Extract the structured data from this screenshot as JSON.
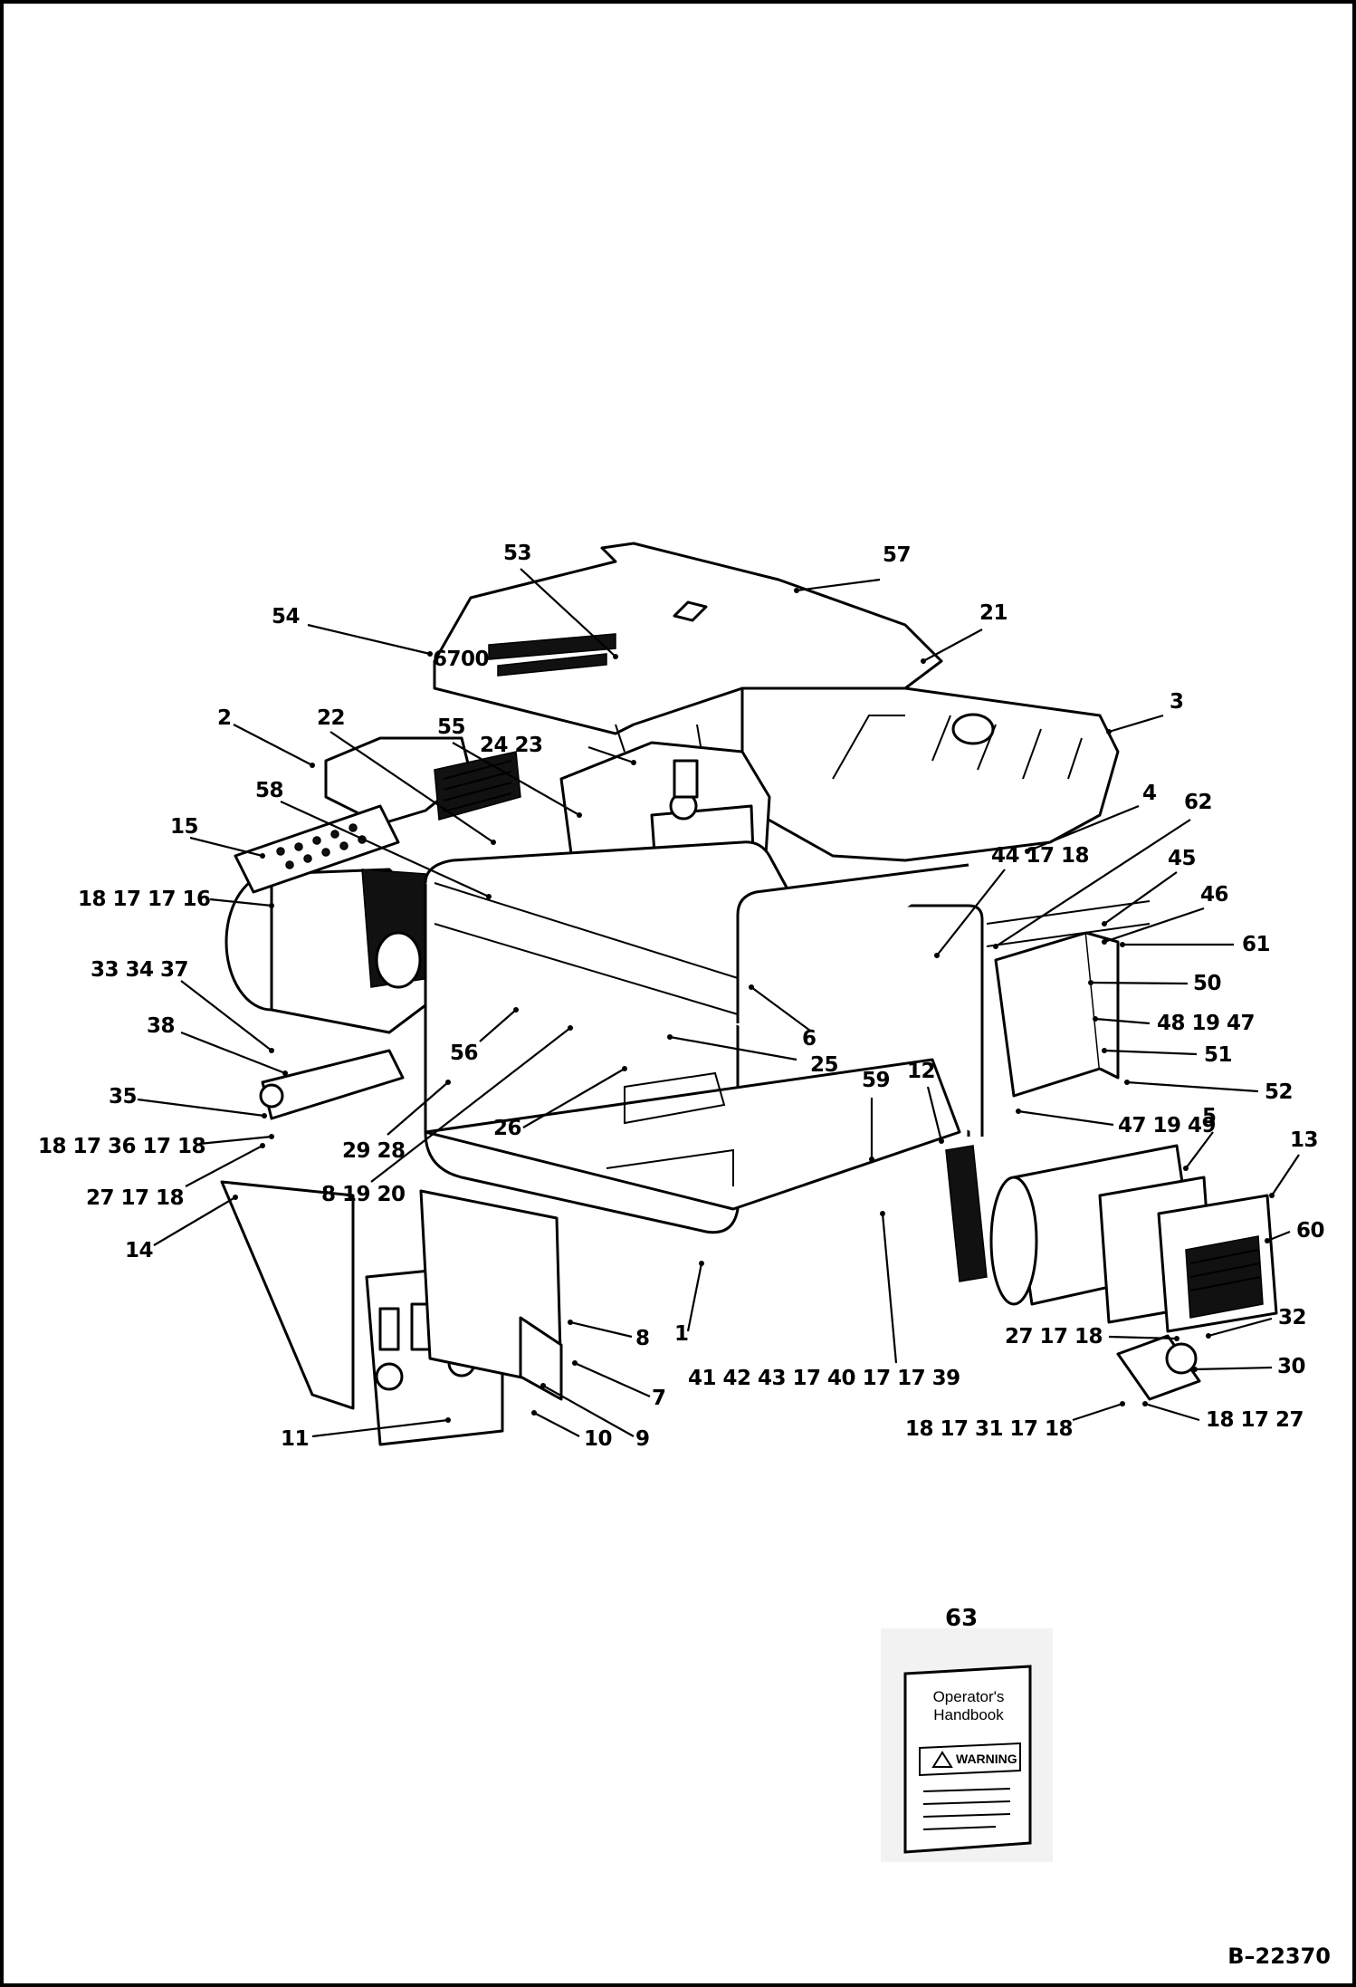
{
  "drawing_number": "B–22370",
  "callouts": [
    {
      "id": "c53",
      "text": "53"
    },
    {
      "id": "c57",
      "text": "57"
    },
    {
      "id": "c54",
      "text": "54"
    },
    {
      "id": "c21",
      "text": "21"
    },
    {
      "id": "c2",
      "text": "2"
    },
    {
      "id": "c22",
      "text": "22"
    },
    {
      "id": "c55",
      "text": "55"
    },
    {
      "id": "c2423",
      "text": "24 23"
    },
    {
      "id": "c3",
      "text": "3"
    },
    {
      "id": "c58",
      "text": "58"
    },
    {
      "id": "c4",
      "text": "4"
    },
    {
      "id": "c62",
      "text": "62"
    },
    {
      "id": "c15",
      "text": "15"
    },
    {
      "id": "c45",
      "text": "45"
    },
    {
      "id": "c18171716",
      "text": "18 17 17 16"
    },
    {
      "id": "c441718",
      "text": "44 17 18"
    },
    {
      "id": "c46",
      "text": "46"
    },
    {
      "id": "c333437",
      "text": "33 34 37"
    },
    {
      "id": "c61",
      "text": "61"
    },
    {
      "id": "c50",
      "text": "50"
    },
    {
      "id": "c481947",
      "text": "48 19 47"
    },
    {
      "id": "c38",
      "text": "38"
    },
    {
      "id": "c56",
      "text": "56"
    },
    {
      "id": "c6",
      "text": "6"
    },
    {
      "id": "c25",
      "text": "25"
    },
    {
      "id": "c51",
      "text": "51"
    },
    {
      "id": "c12",
      "text": "12"
    },
    {
      "id": "c59",
      "text": "59"
    },
    {
      "id": "c52",
      "text": "52"
    },
    {
      "id": "c35",
      "text": "35"
    },
    {
      "id": "c26",
      "text": "26"
    },
    {
      "id": "c471949",
      "text": "47 19 49"
    },
    {
      "id": "c5",
      "text": "5"
    },
    {
      "id": "c13",
      "text": "13"
    },
    {
      "id": "c1817361718",
      "text": "18 17 36 17 18"
    },
    {
      "id": "c2928",
      "text": "29 28"
    },
    {
      "id": "c271718a",
      "text": "27 17 18"
    },
    {
      "id": "c81920",
      "text": "8 19 20"
    },
    {
      "id": "c14",
      "text": "14"
    },
    {
      "id": "c60",
      "text": "60"
    },
    {
      "id": "c8",
      "text": "8"
    },
    {
      "id": "c1",
      "text": "1"
    },
    {
      "id": "c271718b",
      "text": "27 17 18"
    },
    {
      "id": "c32",
      "text": "32"
    },
    {
      "id": "c30",
      "text": "30"
    },
    {
      "id": "c7",
      "text": "7"
    },
    {
      "id": "c41bundle",
      "text": "41 42 43 17 40 17 17 39"
    },
    {
      "id": "c1817311718",
      "text": "18 17 31 17 18"
    },
    {
      "id": "c181727",
      "text": "18 17 27"
    },
    {
      "id": "c9",
      "text": "9"
    },
    {
      "id": "c10",
      "text": "10"
    },
    {
      "id": "c11",
      "text": "11"
    }
  ],
  "handbook": {
    "callout": "63",
    "title_line1": "Operator's",
    "title_line2": "Handbook",
    "warning": "WARNING"
  },
  "decal_text": "6700"
}
